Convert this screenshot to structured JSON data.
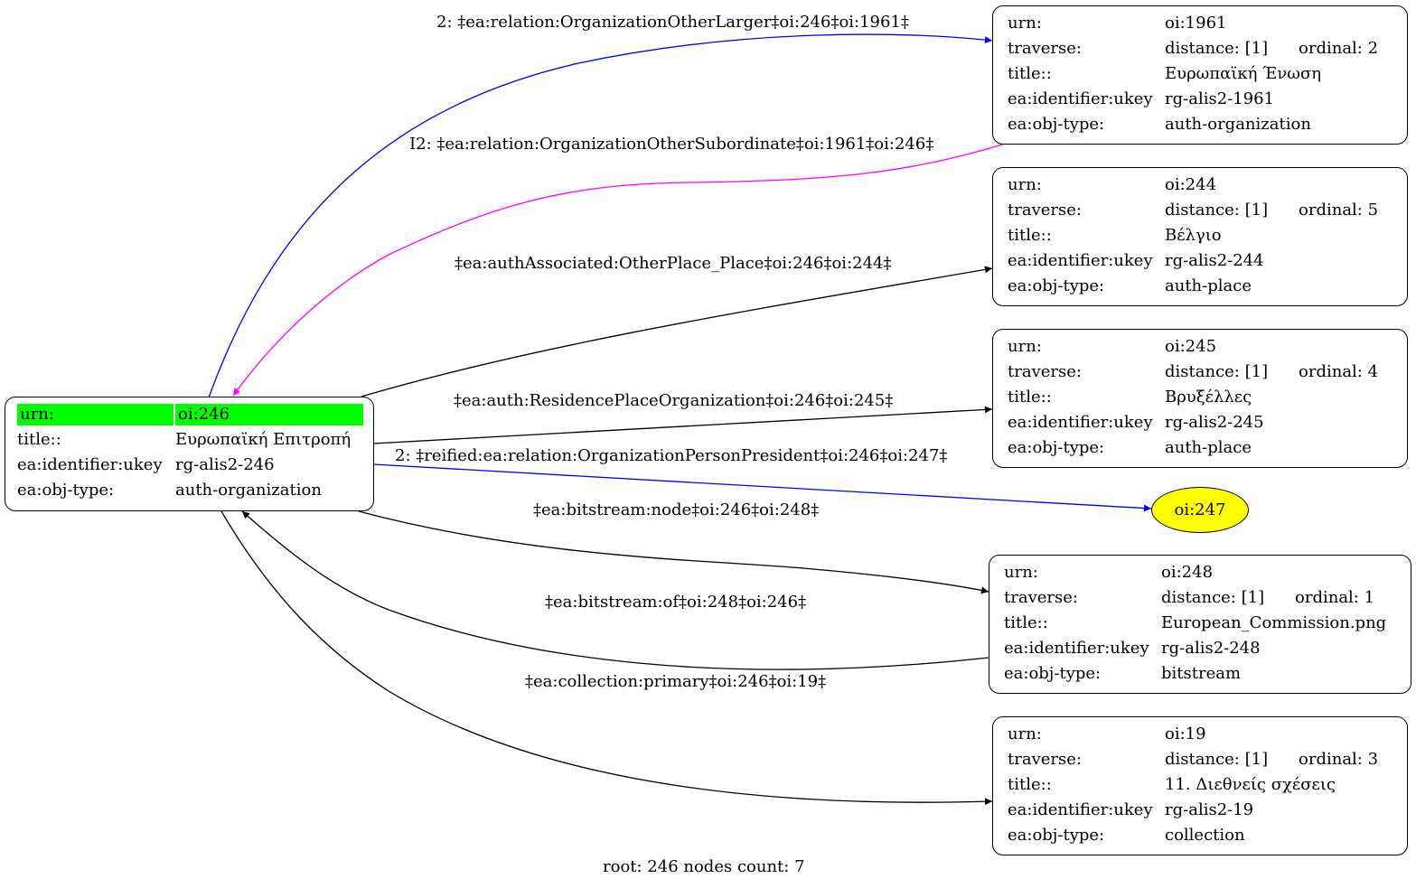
{
  "root_node": {
    "rows": [
      [
        "urn:",
        "oi:246"
      ],
      [
        "title::",
        "Ευρωπαϊκή Επιτροπή"
      ],
      [
        "ea:identifier:ukey",
        "rg-alis2-246"
      ],
      [
        "ea:obj-type:",
        "auth-organization"
      ]
    ]
  },
  "nodes": [
    {
      "id": "n1961",
      "rows": [
        [
          "urn:",
          "oi:1961",
          ""
        ],
        [
          "traverse:",
          "distance: [1]",
          "ordinal: 2"
        ],
        [
          "title::",
          "Ευρωπαϊκή Ένωση",
          ""
        ],
        [
          "ea:identifier:ukey",
          "rg-alis2-1961",
          ""
        ],
        [
          "ea:obj-type:",
          "auth-organization",
          ""
        ]
      ]
    },
    {
      "id": "n244",
      "rows": [
        [
          "urn:",
          "oi:244",
          ""
        ],
        [
          "traverse:",
          "distance: [1]",
          "ordinal: 5"
        ],
        [
          "title::",
          "Βέλγιο",
          ""
        ],
        [
          "ea:identifier:ukey",
          "rg-alis2-244",
          ""
        ],
        [
          "ea:obj-type:",
          "auth-place",
          ""
        ]
      ]
    },
    {
      "id": "n245",
      "rows": [
        [
          "urn:",
          "oi:245",
          ""
        ],
        [
          "traverse:",
          "distance: [1]",
          "ordinal: 4"
        ],
        [
          "title::",
          "Βρυξέλλες",
          ""
        ],
        [
          "ea:identifier:ukey",
          "rg-alis2-245",
          ""
        ],
        [
          "ea:obj-type:",
          "auth-place",
          ""
        ]
      ]
    },
    {
      "id": "n248",
      "rows": [
        [
          "urn:",
          "oi:248",
          ""
        ],
        [
          "traverse:",
          "distance: [1]",
          "ordinal: 1"
        ],
        [
          "title::",
          "European_Commission.png",
          ""
        ],
        [
          "ea:identifier:ukey",
          "rg-alis2-248",
          ""
        ],
        [
          "ea:obj-type:",
          "bitstream",
          ""
        ]
      ]
    },
    {
      "id": "n19",
      "rows": [
        [
          "urn:",
          "oi:19",
          ""
        ],
        [
          "traverse:",
          "distance: [1]",
          "ordinal: 3"
        ],
        [
          "title::",
          "11. Διεθνείς σχέσεις",
          ""
        ],
        [
          "ea:identifier:ukey",
          "rg-alis2-19",
          ""
        ],
        [
          "ea:obj-type:",
          "collection",
          ""
        ]
      ]
    }
  ],
  "ellipse_node": {
    "label": "oi:247",
    "fill": "#ffff00"
  },
  "edges": [
    {
      "id": "e1961",
      "label": "2: ‡ea:relation:OrganizationOtherLarger‡oi:246‡oi:1961‡",
      "color": "#0000ff"
    },
    {
      "id": "e1961back",
      "label": "I2: ‡ea:relation:OrganizationOtherSubordinate‡oi:1961‡oi:246‡",
      "color": "#ff00ff"
    },
    {
      "id": "e244",
      "label": "‡ea:authAssociated:OtherPlace_Place‡oi:246‡oi:244‡",
      "color": "#000000"
    },
    {
      "id": "e245",
      "label": "‡ea:auth:ResidencePlaceOrganization‡oi:246‡oi:245‡",
      "color": "#000000"
    },
    {
      "id": "e247",
      "label": "2: ‡reified:ea:relation:OrganizationPersonPresident‡oi:246‡oi:247‡",
      "color": "#0000ff"
    },
    {
      "id": "e248",
      "label": "‡ea:bitstream:node‡oi:246‡oi:248‡",
      "color": "#000000"
    },
    {
      "id": "e248back",
      "label": "‡ea:bitstream:of‡oi:248‡oi:246‡",
      "color": "#000000"
    },
    {
      "id": "e19",
      "label": "‡ea:collection:primary‡oi:246‡oi:19‡",
      "color": "#000000"
    }
  ],
  "highlight_color": "#00ff00",
  "footer": "root: 246 nodes count: 7"
}
